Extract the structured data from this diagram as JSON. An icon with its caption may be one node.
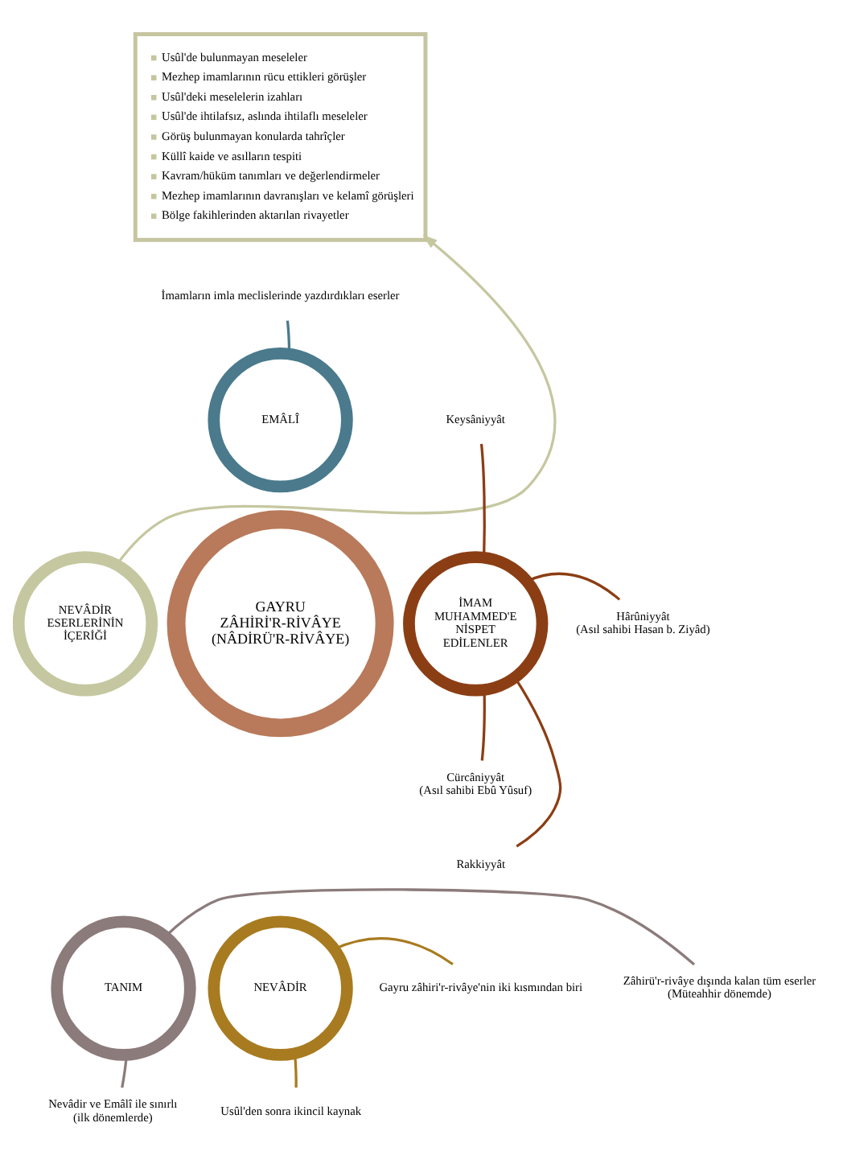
{
  "diagram": {
    "nodes": [
      {
        "text": [
          "Usûl'de bulunmayan meseleler",
          "Mezhep imamlarının rücu ettikleri görüşler",
          "Usûl'deki meselelerin izahları",
          "Usûl'de ihtilafsız, aslında ihtilaflı meseleler",
          "Görüş bulunmayan konularda tahrîçler",
          "Küllî kaide ve asılların tespiti",
          "Kavram/hüküm tanımları ve değerlendirmeler",
          "Mezhep imamlarının davranışları ve kelamî görüşleri",
          "Bölge fakihlerinden aktarılan rivayetler"
        ]
      },
      {
        "text": [
          "İmamların imla meclislerinde yazdırdıkları eserler"
        ]
      },
      {
        "text": [
          "EMÂLÎ"
        ]
      },
      {
        "text": [
          "Keysâniyyât"
        ]
      },
      {
        "text": [
          "NEVÂDİR ESERLERİNİN İÇERİĞİ"
        ]
      },
      {
        "text": [
          "İMAM MUHAMMED'E NİSPET EDİLENLER"
        ]
      },
      {
        "text": [
          "Hârûniyyât",
          "(Asıl sahibi Hasan b. Ziyâd)"
        ]
      },
      {
        "text": [
          "GAYRU ZÂHİRİ'R-RİVÂYE (NÂDİRÜ'R-RİVÂYE)"
        ]
      },
      {
        "text": [
          "Cürcâniyyât",
          "(Asıl sahibi Ebû Yûsuf)"
        ]
      },
      {
        "text": [
          "Rakkiyyât"
        ]
      },
      {
        "text": [
          "Zâhirü'r-rivâye dışında kalan tüm eserler",
          "(Müteahhir dönemde)"
        ]
      },
      {
        "text": [
          "TANIM"
        ]
      },
      {
        "text": [
          "NEVÂDİR"
        ]
      },
      {
        "text": [
          "Gayru zâhiri'r-rivâye'nin iki kısmından biri"
        ]
      },
      {
        "text": [
          "Nevâdir ve Emâlî ile sınırlı",
          "(ilk dönemlerde)"
        ]
      },
      {
        "text": [
          "Usûl'den sonra ikincil kaynak"
        ]
      }
    ],
    "edges": [
      {
        "from": 4,
        "to": 0,
        "arrow": "to",
        "color": "#c5c7a0"
      },
      {
        "from": 2,
        "to": 1,
        "arrow": "none",
        "color": "#4a7a8c"
      },
      {
        "from": 5,
        "to": 3,
        "arrow": "none",
        "color": "#8b3e14"
      },
      {
        "from": 5,
        "to": 6,
        "arrow": "none",
        "color": "#8b3e14"
      },
      {
        "from": 5,
        "to": 8,
        "arrow": "none",
        "color": "#8b3e14"
      },
      {
        "from": 5,
        "to": 9,
        "arrow": "none",
        "color": "#8b3e14"
      },
      {
        "from": 11,
        "to": 10,
        "arrow": "none",
        "color": "#8c7b7b"
      },
      {
        "from": 11,
        "to": 14,
        "arrow": "none",
        "color": "#8c7b7b"
      },
      {
        "from": 12,
        "to": 13,
        "arrow": "none",
        "color": "#a87b20"
      },
      {
        "from": 12,
        "to": 15,
        "arrow": "none",
        "color": "#a87b20"
      }
    ]
  }
}
